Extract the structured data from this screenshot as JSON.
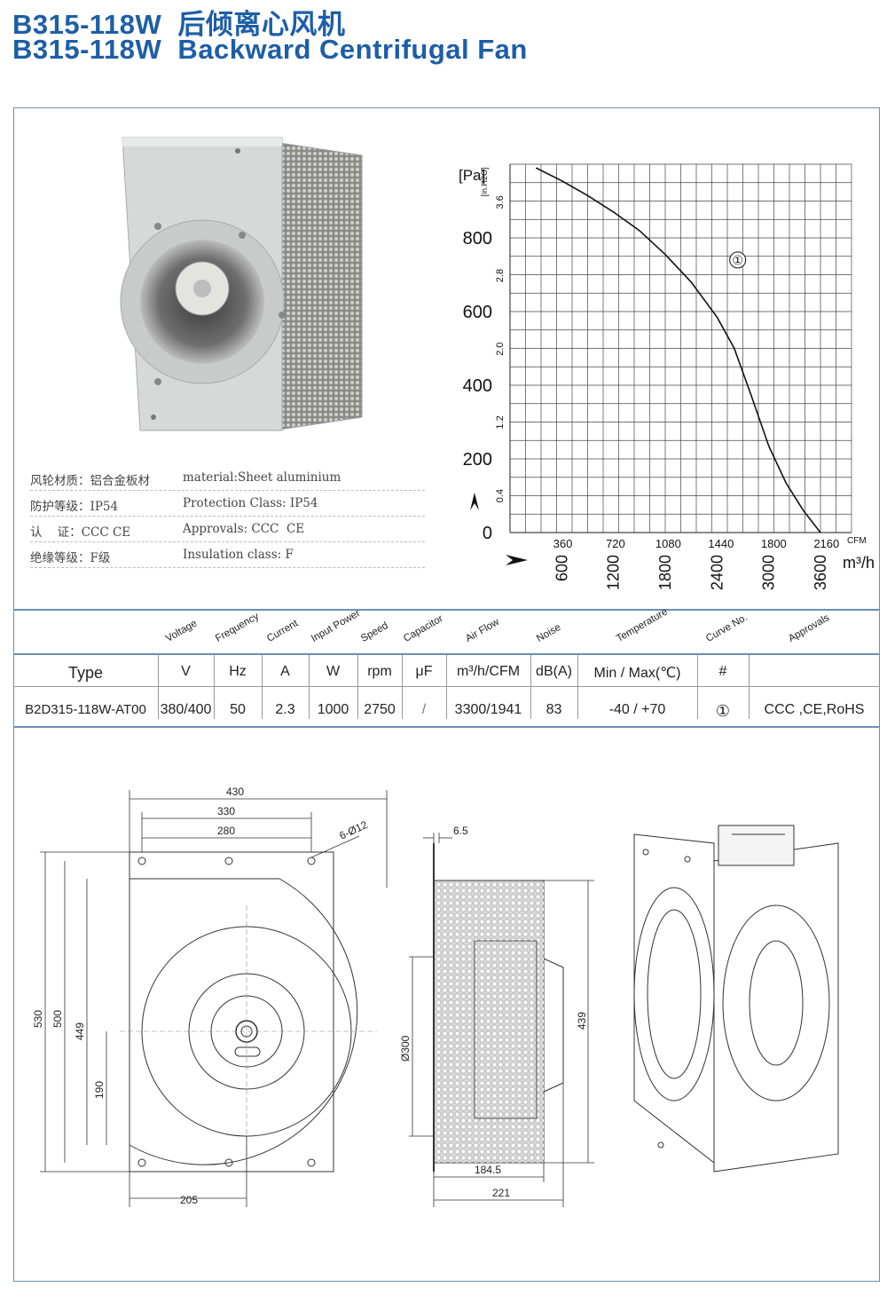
{
  "header": {
    "title_cn": "B315-118W  后倾离心风机",
    "title_en": "B315-118W  Backward Centrifugal Fan"
  },
  "specs": [
    {
      "cn": "风轮材质：铝合金板材",
      "en": "material:Sheet aluminium"
    },
    {
      "cn": "防护等级：IP54",
      "en": "Protection Class: IP54"
    },
    {
      "cn": "认    证：CCC CE",
      "en": "Approvals: CCC  CE"
    },
    {
      "cn": "绝缘等级：F级",
      "en": "Insulation class: F"
    }
  ],
  "chart_data": {
    "type": "line",
    "y_unit_left": "[Pa]",
    "y_unit_right": "[in.H2O]",
    "y_ticks_pa": [
      "800",
      "600",
      "400",
      "200",
      "0"
    ],
    "y_ticks_inh2o": [
      "3.6",
      "2.8",
      "2.0",
      "1.2",
      "0.4"
    ],
    "x_ticks_cfm": [
      "360",
      "720",
      "1080",
      "1440",
      "1800",
      "2160"
    ],
    "x_unit_cfm": "CFM",
    "x_ticks_m3h": [
      "600",
      "1200",
      "1800",
      "2400",
      "3000",
      "3600"
    ],
    "x_unit_m3h": "m³/h",
    "xlim_m3h": [
      0,
      3960
    ],
    "ylim_pa": [
      0,
      1000
    ],
    "grid": true,
    "series": [
      {
        "name": "①",
        "x": [
          300,
          600,
          900,
          1200,
          1500,
          1800,
          2100,
          2400,
          2600,
          2800,
          3000,
          3200,
          3400,
          3600
        ],
        "y": [
          990,
          955,
          915,
          870,
          820,
          755,
          680,
          585,
          500,
          370,
          235,
          135,
          60,
          0
        ]
      }
    ]
  },
  "table": {
    "rotated_headers": [
      "Voltage",
      "Frequency",
      "Current",
      "Input Power",
      "Speed",
      "Capacitor",
      "Air Flow",
      "Noise",
      "Temperature",
      "Curve No.",
      "Approvals"
    ],
    "units": {
      "type": "Type",
      "voltage": "V",
      "frequency": "Hz",
      "current": "A",
      "power": "W",
      "speed": "rpm",
      "capacitor": "μF",
      "airflow": "m³/h/CFM",
      "noise": "dB(A)",
      "temp": "Min / Max(℃)",
      "curve": "#"
    },
    "row": {
      "type": "B2D315-118W-AT00",
      "voltage": "380/400",
      "frequency": "50",
      "current": "2.3",
      "power": "1000",
      "speed": "2750",
      "capacitor": "/",
      "airflow": "3300/1941",
      "noise": "83",
      "temp": "-40 / +70",
      "curve": "①",
      "approvals": "CCC ,CE,RoHS"
    }
  },
  "drawing": {
    "front": {
      "w430": "430",
      "w330": "330",
      "w280": "280",
      "holes": "6-Ø12",
      "h530": "530",
      "h500": "500",
      "h449": "449",
      "h190": "190",
      "w205": "205"
    },
    "side": {
      "t65": "6.5",
      "d300": "Ø300",
      "h439": "439",
      "w1845": "184.5",
      "w221": "221"
    }
  },
  "colors": {
    "title_blue": "#1d5ea8",
    "frame_blue": "#6b8fb5"
  }
}
